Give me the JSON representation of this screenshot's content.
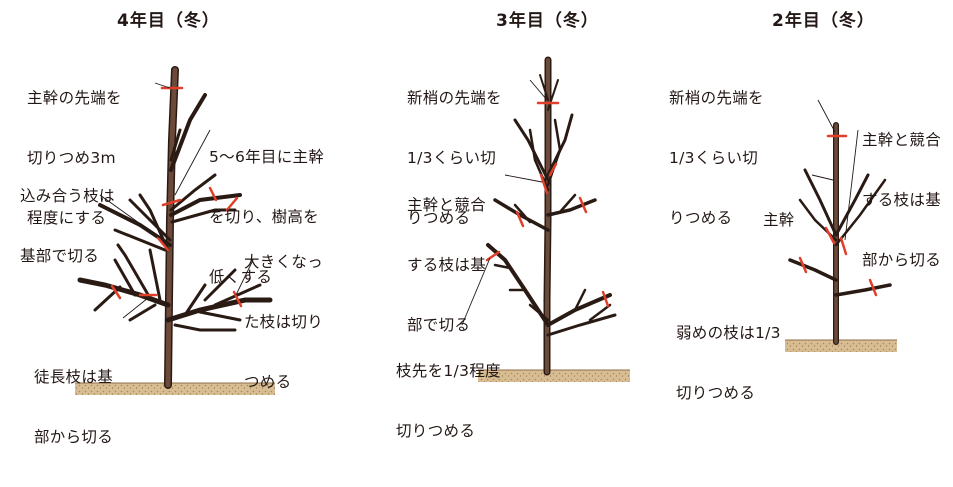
{
  "panels": [
    {
      "title": "4年目（冬）",
      "notes": [
        {
          "lines": [
            "主幹の先端を",
            "切りつめ3m",
            "程度にする"
          ]
        },
        {
          "lines": [
            "5〜6年目に主幹",
            "を切り、樹高を",
            "低くする"
          ]
        },
        {
          "lines": [
            "込み合う枝は",
            "基部で切る"
          ]
        },
        {
          "lines": [
            "大きくなっ",
            "た枝は切り",
            "つめる"
          ]
        },
        {
          "lines": [
            "徒長枝は基",
            "部から切る"
          ]
        }
      ]
    },
    {
      "title": "3年目（冬）",
      "notes": [
        {
          "lines": [
            "新梢の先端を",
            "1/3くらい切",
            "りつめる"
          ]
        },
        {
          "lines": [
            "主幹と競合",
            "する枝は基",
            "部で切る"
          ]
        },
        {
          "lines": [
            "枝先を1/3程度",
            "切りつめる"
          ]
        }
      ]
    },
    {
      "title": "2年目（冬）",
      "notes": [
        {
          "lines": [
            "新梢の先端を",
            "1/3くらい切",
            "りつめる"
          ]
        },
        {
          "lines": [
            "主幹と競合",
            "する枝は基",
            "部から切る"
          ]
        },
        {
          "lines": [
            "主幹"
          ]
        },
        {
          "lines": [
            "弱めの枝は1/3",
            "切りつめる"
          ]
        }
      ]
    }
  ],
  "colors": {
    "bark": "#5a3b2e",
    "bark_dark": "#2a1a14",
    "cut_mark": "#e0402a",
    "ground": "#c9a77a"
  }
}
